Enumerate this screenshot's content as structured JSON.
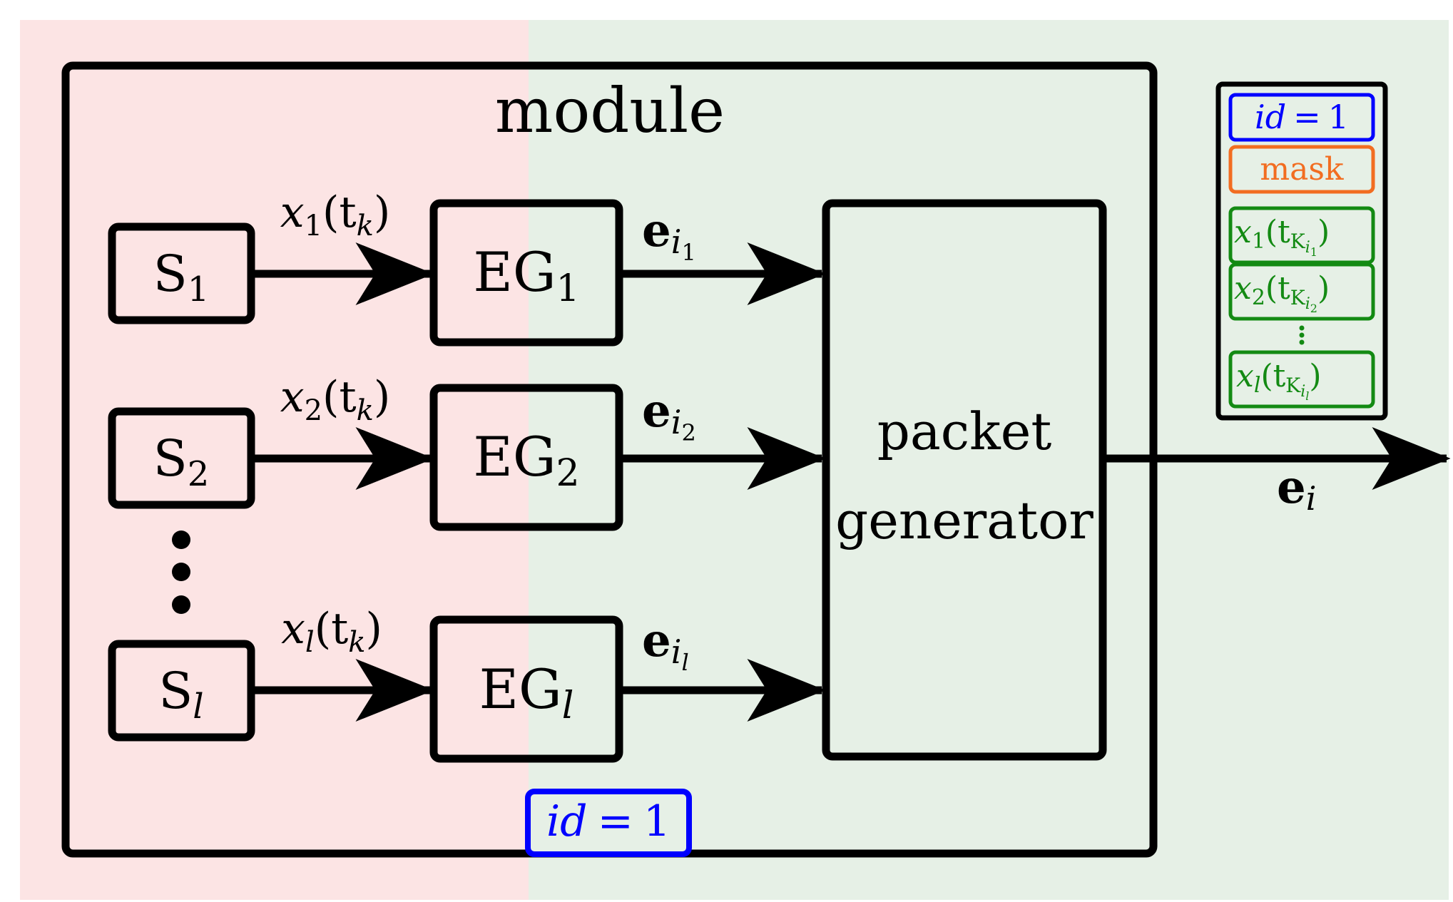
{
  "colors": {
    "left_region": "#fce4e4",
    "right_region": "#e6f0e6",
    "black": "#000000",
    "id_color": "#0000ff",
    "mask_color": "#f26d21",
    "data_color": "#138a13"
  },
  "module": {
    "title": "module"
  },
  "sensors": [
    {
      "letter": "S",
      "sub": "1"
    },
    {
      "letter": "S",
      "sub": "2"
    },
    {
      "letter": "S",
      "sub": "l"
    }
  ],
  "signals": [
    {
      "var": "x",
      "sub": "1",
      "arg": "(t",
      "arg_sub": "k",
      "close": ")"
    },
    {
      "var": "x",
      "sub": "2",
      "arg": "(t",
      "arg_sub": "k",
      "close": ")"
    },
    {
      "var": "x",
      "sub": "l",
      "arg": "(t",
      "arg_sub": "k",
      "close": ")"
    }
  ],
  "event_generators": [
    {
      "letter": "EG",
      "sub": "1"
    },
    {
      "letter": "EG",
      "sub": "2"
    },
    {
      "letter": "EG",
      "sub": "l"
    }
  ],
  "events": [
    {
      "base": "e",
      "sub": "i",
      "subsub": "1"
    },
    {
      "base": "e",
      "sub": "i",
      "subsub": "2"
    },
    {
      "base": "e",
      "sub": "i",
      "subsub": "l"
    }
  ],
  "packet_generator": {
    "line1": "packet",
    "line2": "generator"
  },
  "module_id": {
    "left": "id",
    "eq": "=",
    "right": "1"
  },
  "output": {
    "base": "e",
    "sub": "i"
  },
  "packet": {
    "id": {
      "left": "id",
      "eq": "=",
      "right": "1"
    },
    "mask": "mask",
    "fields": [
      {
        "var": "x",
        "sub": "1",
        "open": "(t",
        "K": "K",
        "ksub": "i",
        "ksubsub": "1",
        "close": ")"
      },
      {
        "var": "x",
        "sub": "2",
        "open": "(t",
        "K": "K",
        "ksub": "i",
        "ksubsub": "2",
        "close": ")"
      },
      {
        "var": "x",
        "sub": "l",
        "open": "(t",
        "K": "K",
        "ksub": "i",
        "ksubsub": "l",
        "close": ")"
      }
    ]
  }
}
